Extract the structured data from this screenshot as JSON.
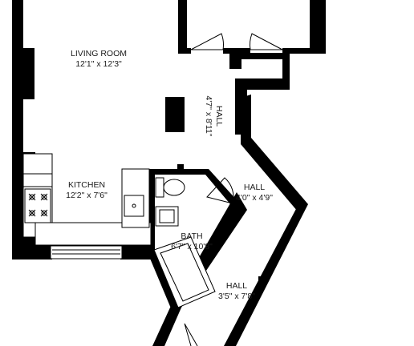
{
  "rooms": [
    {
      "id": "living-room",
      "name": "LIVING ROOM",
      "dims": "12'1\" x 12'3\""
    },
    {
      "id": "hall-upper",
      "name": "HALL",
      "dims": "4'7\" x 8'11\""
    },
    {
      "id": "kitchen",
      "name": "KITCHEN",
      "dims": "12'2\" x 7'6\""
    },
    {
      "id": "hall-middle",
      "name": "HALL",
      "dims": "4'0\" x 4'9\""
    },
    {
      "id": "bath",
      "name": "BATH",
      "dims": "6'7\" x 10'8\""
    },
    {
      "id": "hall-lower",
      "name": "HALL",
      "dims": "3'5\" x 7'8\""
    }
  ],
  "colors": {
    "wall": "#000000",
    "background": "#ffffff",
    "text": "#1a1a1a"
  }
}
